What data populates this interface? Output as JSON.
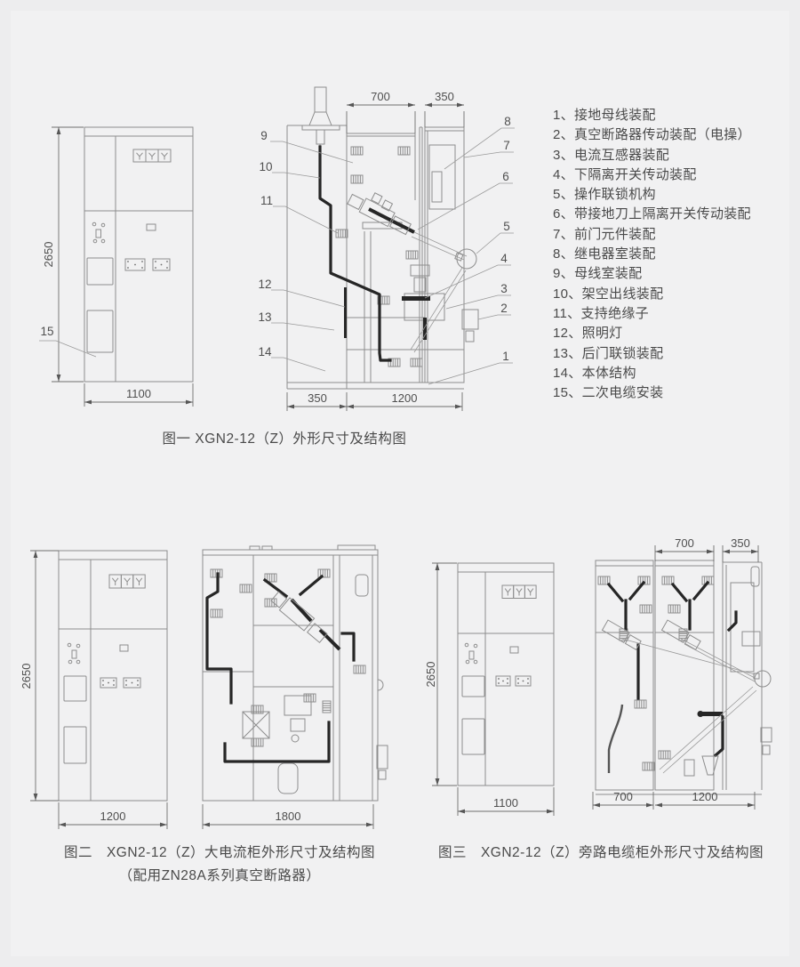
{
  "colors": {
    "page_background": "#f1f1f2",
    "drawing_line": "#8d8d8d",
    "busbar_black": "#262626",
    "dimension_line": "#6e6e6e",
    "text": "#4f4f4f"
  },
  "figure1": {
    "caption": "图一 XGN2-12（Z）外形尺寸及结构图",
    "front": {
      "dim_height": "2650",
      "dim_width": "1100",
      "cable_callout": "15"
    },
    "section": {
      "dim_top_bus": "700",
      "dim_top_relay": "350",
      "dim_bottom_rear": "350",
      "dim_bottom_body": "1200",
      "callouts_left": [
        "9",
        "10",
        "11",
        "12",
        "13",
        "14"
      ],
      "callouts_right": [
        "8",
        "7",
        "6",
        "5",
        "4",
        "3",
        "2",
        "1"
      ]
    },
    "legend": [
      "1、接地母线装配",
      "2、真空断路器传动装配（电操）",
      "3、电流互感器装配",
      "4、下隔离开关传动装配",
      "5、操作联锁机构",
      "6、带接地刀上隔离开关传动装配",
      "7、前门元件装配",
      "8、继电器室装配",
      "9、母线室装配",
      "10、架空出线装配",
      "11、支持绝缘子",
      "12、照明灯",
      "13、后门联锁装配",
      "14、本体结构",
      "15、二次电缆安装"
    ]
  },
  "figure2": {
    "caption_line1": "图二　XGN2-12（Z）大电流柜外形尺寸及结构图",
    "caption_line2": "（配用ZN28A系列真空断路器）",
    "front": {
      "dim_height": "2650",
      "dim_width": "1200"
    },
    "section": {
      "dim_width": "1800"
    }
  },
  "figure3": {
    "caption": "图三　XGN2-12（Z）旁路电缆柜外形尺寸及结构图",
    "front": {
      "dim_height": "2650",
      "dim_width": "1100"
    },
    "section": {
      "dim_top_bus": "700",
      "dim_top_relay": "350",
      "dim_bottom_rear": "700",
      "dim_bottom_body": "1200"
    }
  }
}
